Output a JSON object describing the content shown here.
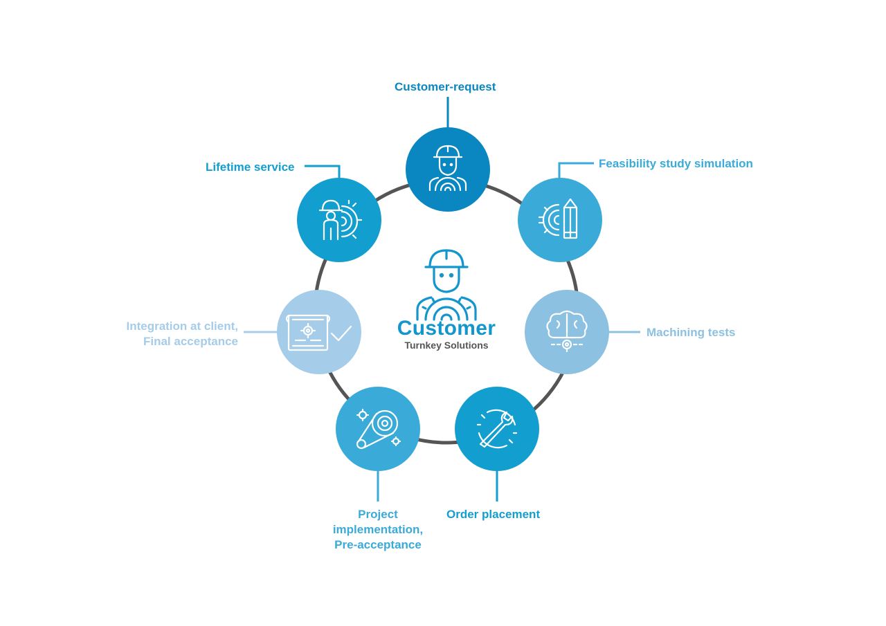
{
  "center": {
    "title": "Customer",
    "subtitle": "Turnkey Solutions",
    "icon": "worker-gear-icon"
  },
  "steps": [
    {
      "id": "customer-request",
      "lines": [
        "Customer-request"
      ],
      "icon": "worker-gear-icon",
      "color": "#0a86c0"
    },
    {
      "id": "feasibility",
      "lines": [
        "Feasibility study simulation"
      ],
      "icon": "gear-pencil-icon",
      "color": "#3aaad8"
    },
    {
      "id": "machining-tests",
      "lines": [
        "Machining tests"
      ],
      "icon": "brain-gear-icon",
      "color": "#8cc1e1"
    },
    {
      "id": "order-placement",
      "lines": [
        "Order placement"
      ],
      "icon": "wrench-gear-icon",
      "color": "#129ecf"
    },
    {
      "id": "project-implementation",
      "lines": [
        "Project",
        "implementation,",
        "Pre-acceptance"
      ],
      "icon": "gears-belt-icon",
      "color": "#3aaad8"
    },
    {
      "id": "integration",
      "lines": [
        "Integration at client,",
        "Final acceptance"
      ],
      "icon": "blueprint-check-icon",
      "color": "#a5cce8"
    },
    {
      "id": "lifetime-service",
      "lines": [
        "Lifetime service"
      ],
      "icon": "worker-service-icon",
      "color": "#129ecf"
    }
  ],
  "colors": {
    "ring": "#555555",
    "connector_dark": "#0a86c0",
    "connector_mid": "#129ecf",
    "connector_light": "#3aaad8",
    "connector_lighter": "#8cc1e1",
    "connector_pale": "#a5cce8"
  }
}
